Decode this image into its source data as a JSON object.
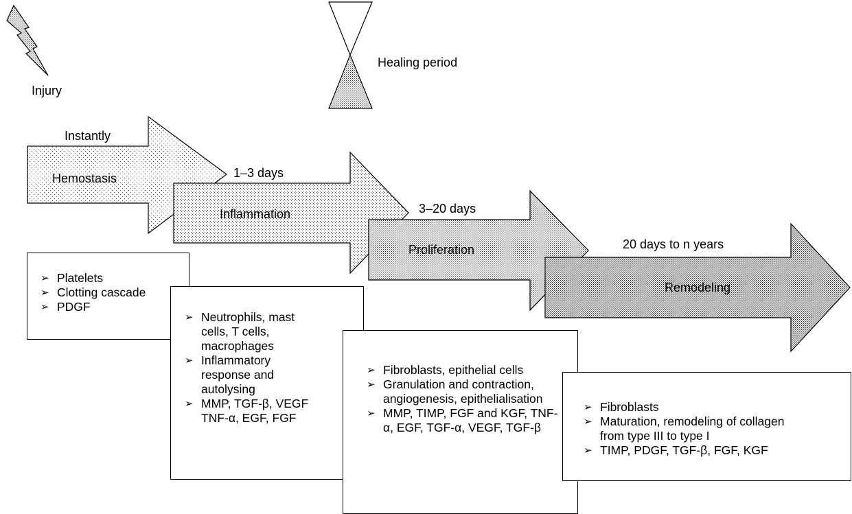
{
  "labels": {
    "injury": "Injury",
    "healing_period": "Healing period"
  },
  "phases": [
    {
      "name": "Hemostasis",
      "timing": "Instantly"
    },
    {
      "name": "Inflammation",
      "timing": "1–3 days"
    },
    {
      "name": "Proliferation",
      "timing": "3–20 days"
    },
    {
      "name": "Remodeling",
      "timing": "20 days to n years"
    }
  ],
  "boxes": [
    {
      "items": [
        "Platelets",
        "Clotting cascade",
        "PDGF"
      ]
    },
    {
      "items": [
        "Neutrophils, mast cells, T cells, macrophages",
        "Inflammatory response and autolysing",
        "MMP, TGF-β, VEGF TNF-α, EGF, FGF"
      ]
    },
    {
      "items": [
        "Fibroblasts, epithelial cells",
        "Granulation and contraction, angiogenesis, epithelialisation",
        "MMP, TIMP, FGF and KGF, TNF-α, EGF, TGF-α, VEGF, TGF-β"
      ]
    },
    {
      "items": [
        "Fibroblasts",
        "Maturation, remodeling of collagen from type III to type I",
        "TIMP, PDGF, TGF-β, FGF, KGF"
      ]
    }
  ],
  "bullet_glyph": "➢"
}
